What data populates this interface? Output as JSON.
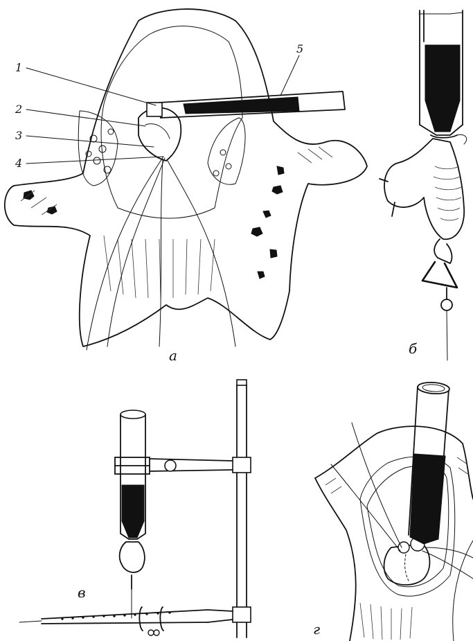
{
  "figure": {
    "panel_labels": {
      "a": "а",
      "b": "б",
      "v": "в",
      "g": "г"
    },
    "callouts": [
      {
        "number": "1"
      },
      {
        "number": "2"
      },
      {
        "number": "3"
      },
      {
        "number": "4"
      },
      {
        "number": "5"
      }
    ]
  },
  "colors": {
    "ink": "#111111",
    "paper": "#ffffff"
  }
}
